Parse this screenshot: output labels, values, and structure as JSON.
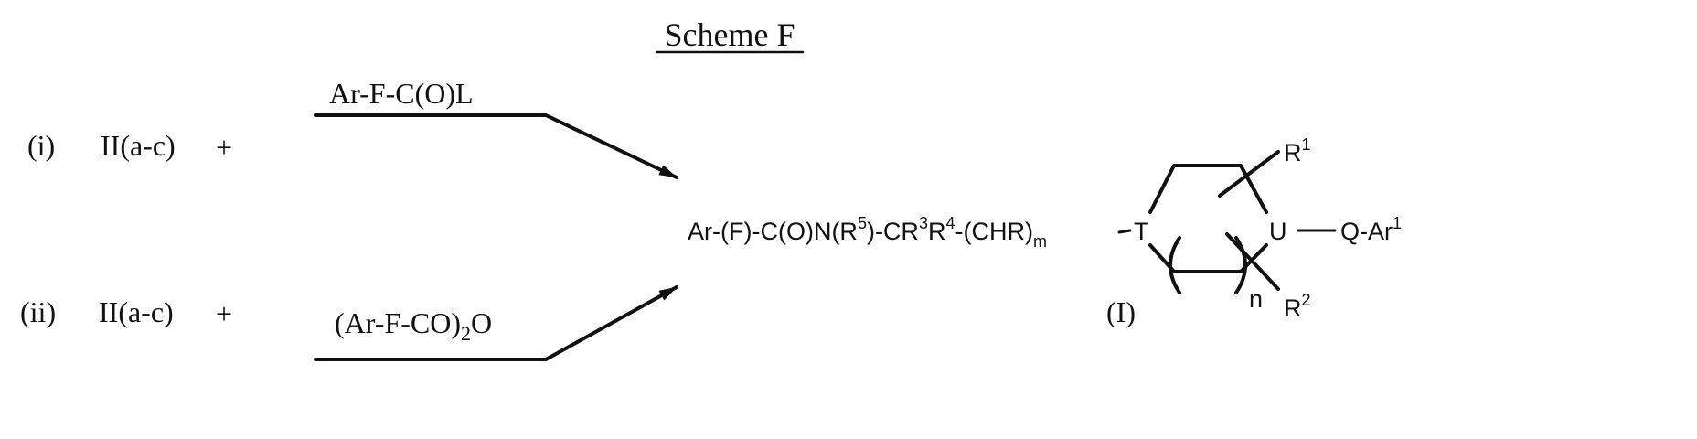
{
  "scheme_title": "Scheme F",
  "route_i": {
    "index": "(i)",
    "reactant": "II(a-c)",
    "plus": "+",
    "reagent": "Ar-F-C(O)L"
  },
  "route_ii": {
    "index": "(ii)",
    "reactant": "II(a-c)",
    "plus": "+",
    "reagent_prefix": "(Ar-F-CO)",
    "reagent_sub": "2",
    "reagent_suffix": "O"
  },
  "product": {
    "chain_1": "Ar-(F)-C(O)N(R",
    "sup_5": "5",
    "chain_2": ")-CR",
    "sup_3": "3",
    "chain_3": "R",
    "sup_4": "4",
    "chain_4": "-(CHR)",
    "sub_m": "m",
    "atom_T": "T",
    "atom_U": "U",
    "q_ar": "Q-Ar",
    "sup_ar": "1",
    "r1": "R",
    "r1_sup": "1",
    "r2": "R",
    "r2_sup": "2",
    "n": "n",
    "compound_label": "(I)"
  }
}
